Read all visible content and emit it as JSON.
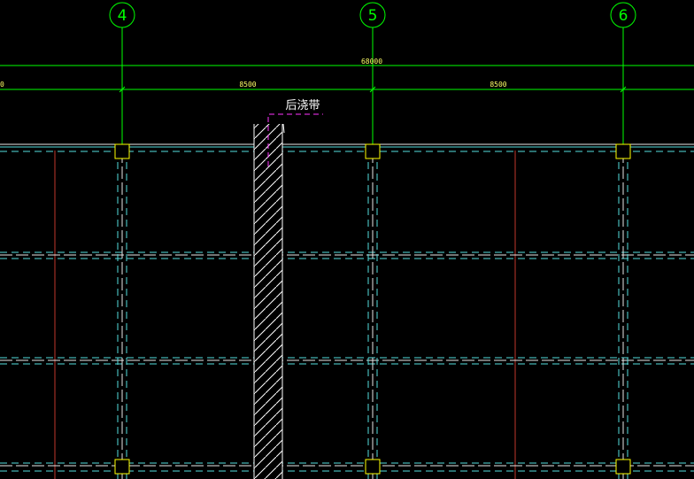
{
  "axes": [
    {
      "label": "4"
    },
    {
      "label": "5"
    },
    {
      "label": "6"
    }
  ],
  "dimensions": {
    "overall": "68000",
    "bays": [
      "0",
      "8500",
      "8500"
    ]
  },
  "annotation": {
    "text": "后浇带"
  },
  "colors": {
    "background": "#000000",
    "grid_line": "#00ff00",
    "axis_bubble": "#00ff00",
    "column": "#ffff00",
    "beam": "#55dede",
    "beam_edge": "#e8e8e8",
    "secondary_line": "#c0392b",
    "post_pour_strip": "#ffffff",
    "leader": "#ff33ff",
    "dim_text": "#ffff66",
    "note_text": "#ffffff"
  }
}
